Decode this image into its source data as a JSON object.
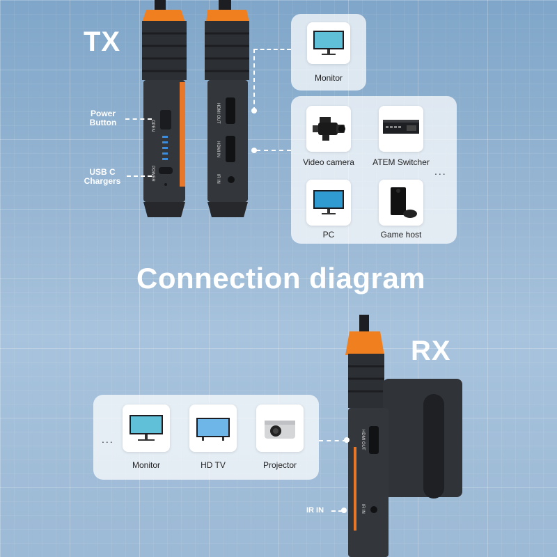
{
  "tx": {
    "title": "TX",
    "labels": {
      "power": [
        "Power",
        "Button"
      ],
      "usbc": [
        "USB C",
        "Chargers"
      ]
    },
    "device_text": {
      "open": "OPEN",
      "power": "POWER",
      "hdmi_out": "HDMI OUT",
      "hdmi_in": "HDMI IN",
      "ir_in": "IR IN"
    },
    "output_panel": {
      "items": [
        {
          "label": "Monitor",
          "icon": "monitor-icon"
        }
      ]
    },
    "input_panel": {
      "items": [
        {
          "label": "Video camera",
          "icon": "video-camera-icon"
        },
        {
          "label": "ATEM Switcher",
          "icon": "atem-switcher-icon"
        },
        {
          "label": "PC",
          "icon": "pc-icon"
        },
        {
          "label": "Game host",
          "icon": "game-host-icon"
        }
      ],
      "more": "..."
    }
  },
  "heading": "Connection diagram",
  "rx": {
    "title": "RX",
    "device_text": {
      "hdmi_out": "HDMI OUT",
      "ir_in": "IR IN"
    },
    "ir_label": "IR IN",
    "output_panel": {
      "more": "...",
      "items": [
        {
          "label": "Monitor",
          "icon": "monitor-icon"
        },
        {
          "label": "HD TV",
          "icon": "hd-tv-icon"
        },
        {
          "label": "Projector",
          "icon": "projector-icon"
        }
      ]
    }
  },
  "colors": {
    "accent_orange": "#f07f1f",
    "device_body": "#2b2e33",
    "background": "#8fb0cf"
  }
}
